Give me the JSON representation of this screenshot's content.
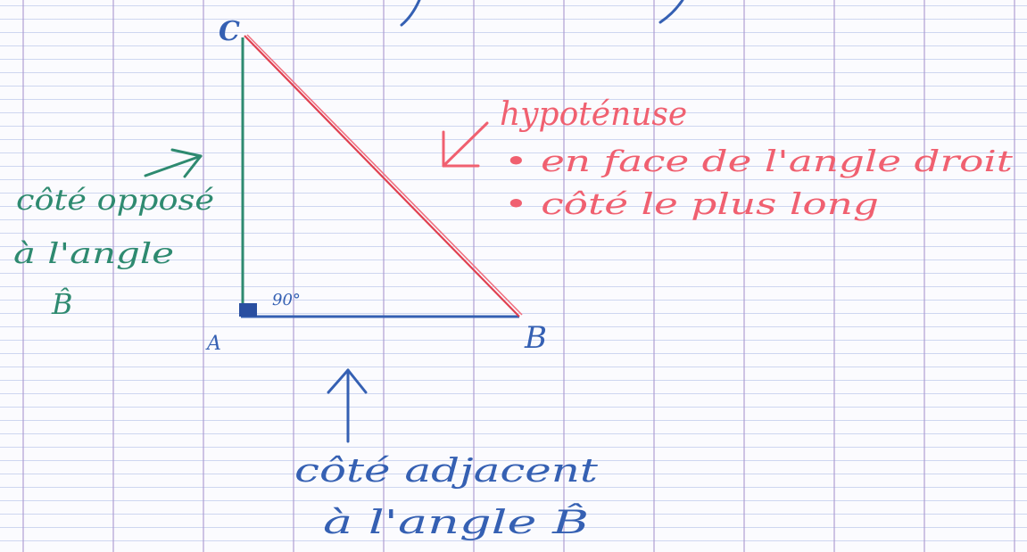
{
  "vertices": {
    "a": "A",
    "b": "B",
    "c": "C"
  },
  "angle_label": "90°",
  "hypotenuse": {
    "title": "hypoténuse",
    "line1": "• en face de l'angle droit",
    "line2": "• côté le plus long"
  },
  "opposite": {
    "line1": "côté opposé",
    "line2": "à l'angle",
    "line3": "B̂"
  },
  "adjacent": {
    "line1": "côté adjacent",
    "line2": "à l'angle B̂"
  },
  "colors": {
    "blue": "#3560b3",
    "green": "#2e8a70",
    "red": "#f06070"
  }
}
